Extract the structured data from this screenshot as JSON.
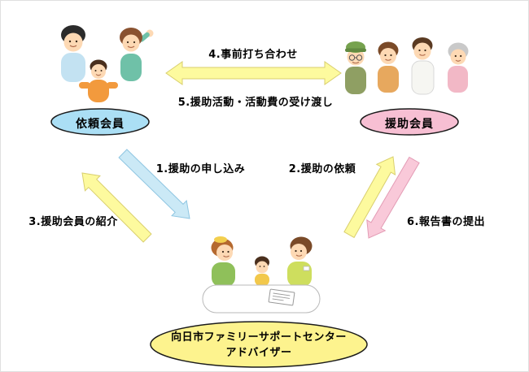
{
  "diagram": {
    "nodes": {
      "requester": {
        "label": "依頼会員",
        "fill": "#abdff5"
      },
      "supporter": {
        "label": "援助会員",
        "fill": "#f7bfd3"
      },
      "advisor": {
        "label_line1": "向日市ファミリーサポートセンター",
        "label_line2": "アドバイザー",
        "fill": "#fdf38e"
      }
    },
    "flows": {
      "step1": {
        "label": "1.援助の申し込み",
        "from": "依頼会員",
        "to": "アドバイザー",
        "color": "#cbe9f6"
      },
      "step2": {
        "label": "2.援助の依頼",
        "from": "アドバイザー",
        "to": "援助会員",
        "color": "#fdfa9e"
      },
      "step3": {
        "label": "3.援助会員の紹介",
        "from": "アドバイザー",
        "to": "依頼会員",
        "color": "#fdfa9e"
      },
      "step4": {
        "label": "4.事前打ち合わせ",
        "between": "依頼会員⇔援助会員",
        "color": "#fdfa9e"
      },
      "step5": {
        "label": "5.援助活動・活動費の受け渡し",
        "between": "依頼会員⇔援助会員",
        "color": "#fdfa9e"
      },
      "step6": {
        "label": "6.報告書の提出",
        "from": "援助会員",
        "to": "アドバイザー",
        "color": "#f9c9d9"
      }
    },
    "illustrations": {
      "requester": "family-with-child-illustration",
      "supporter": "four-adults-group-illustration",
      "advisor": "two-advisors-at-table-with-child-illustration"
    }
  }
}
